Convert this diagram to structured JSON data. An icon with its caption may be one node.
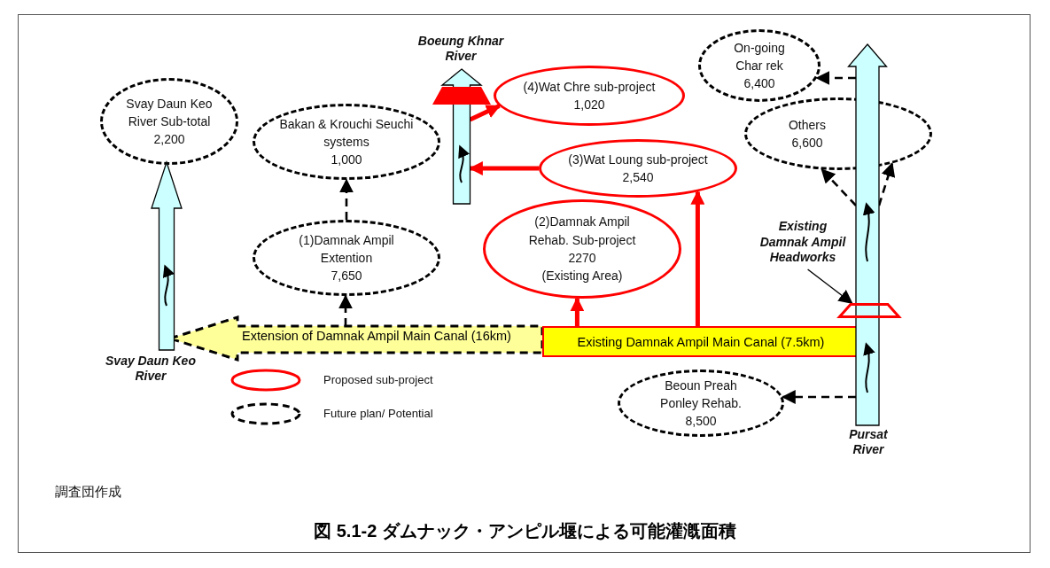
{
  "diagram": {
    "caption": "図 5.1-2 ダムナック・アンピル堰による可能灌漑面積",
    "nodes": [
      {
        "text": [
          "Svay Daun Keo River Sub-total",
          "2,200"
        ]
      },
      {
        "text": [
          "Bakan & Krouchi Seuchi systems",
          "1,000"
        ]
      },
      {
        "text": [
          "(4)Wat Chre sub-project",
          "1,020"
        ]
      },
      {
        "text": [
          "(3)Wat Loung sub-project",
          "2,540"
        ]
      },
      {
        "text": [
          "(2)Damnak Ampil Rehab. Sub-project",
          "2270",
          "(Existing Area)"
        ]
      },
      {
        "text": [
          "(1)Damnak Ampil Extention",
          "7,650"
        ]
      },
      {
        "text": [
          "On-going Char rek",
          "6,400"
        ]
      },
      {
        "text": [
          "Others",
          "6,600"
        ]
      },
      {
        "text": [
          "Beoun Preah Ponley Rehab.",
          "8,500"
        ]
      },
      {
        "text": [
          "Extension of Damnak Ampil Main Canal (16km)"
        ]
      },
      {
        "text": [
          "Existing Damnak Ampil Main Canal (7.5km)"
        ]
      },
      {
        "text": [
          "Svay Daun Keo River"
        ]
      },
      {
        "text": [
          "Boeung Khnar River"
        ]
      },
      {
        "text": [
          "Pursat River"
        ]
      },
      {
        "text": [
          "Existing Damnak Ampil Headworks"
        ]
      },
      {
        "text": [],
        "shape": "trapezoid"
      }
    ],
    "edges": [
      {
        "from": 10,
        "to": 4,
        "arrow": "to",
        "style": "thick",
        "color": "#ff0000"
      },
      {
        "from": 10,
        "to": 3,
        "arrow": "to",
        "style": "thick",
        "color": "#ff0000"
      },
      {
        "from": 12,
        "to": 2,
        "arrow": "to",
        "style": "thick",
        "color": "#ff0000"
      },
      {
        "from": 3,
        "to": 12,
        "arrow": "to",
        "style": "thick",
        "color": "#ff0000"
      },
      {
        "from": 9,
        "to": 5,
        "arrow": "to",
        "style": "dashed"
      },
      {
        "from": 5,
        "to": 1,
        "arrow": "to",
        "style": "dashed"
      },
      {
        "from": 13,
        "to": 6,
        "arrow": "to",
        "style": "dashed"
      },
      {
        "from": 13,
        "to": 7,
        "arrow": "to",
        "style": "dashed"
      },
      {
        "from": 13,
        "to": 7,
        "arrow": "to",
        "style": "dashed"
      },
      {
        "from": 13,
        "to": 8,
        "arrow": "to",
        "style": "dashed"
      },
      {
        "from": 14,
        "to": 15,
        "arrow": "to"
      }
    ],
    "labels": [
      "調査団作成"
    ],
    "legend": [
      {
        "text": "Proposed sub-project"
      },
      {
        "text": "Future plan/ Potential"
      }
    ]
  }
}
